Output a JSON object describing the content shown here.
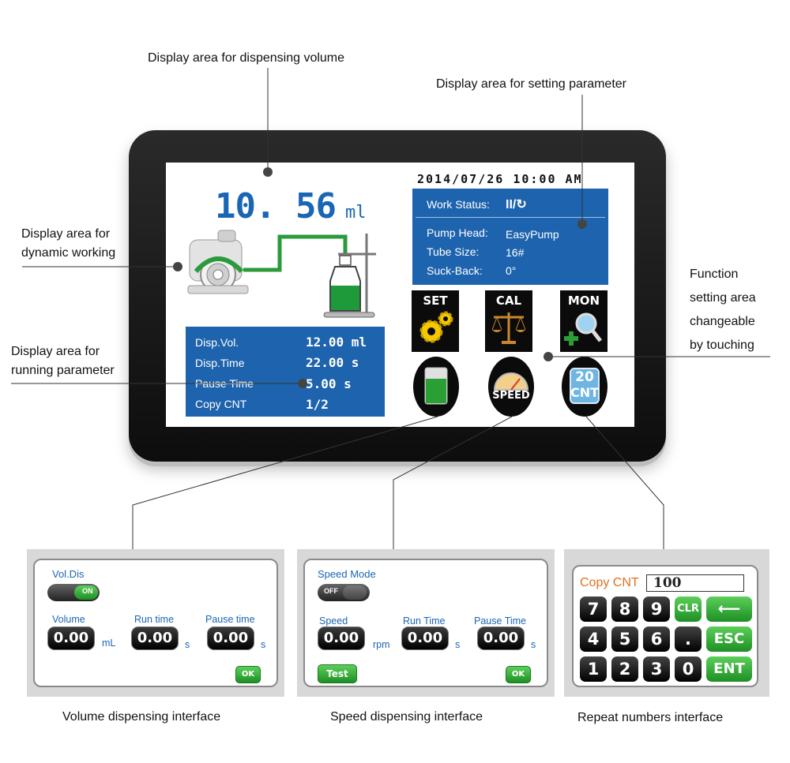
{
  "callouts": {
    "dispensing_volume": "Display area for dispensing volume",
    "setting_parameter": "Display area for setting parameter",
    "dynamic_l1": "Display area for",
    "dynamic_l2": "dynamic working",
    "running_l1": "Display area for",
    "running_l2": "running parameter",
    "function_l1": "Function",
    "function_l2": "setting area",
    "function_l3": "changeable",
    "function_l4": "by touching"
  },
  "screen": {
    "volume_value": "10. 56",
    "volume_unit": "ml",
    "datetime": "2014/07/26 10:00 AM",
    "work_status_label": "Work Status:",
    "work_status_value": "II/",
    "pump_head_label": "Pump Head:",
    "pump_head_value": "EasyPump",
    "tube_size_label": "Tube Size:",
    "tube_size_value": "16#",
    "suck_back_label": "Suck-Back:",
    "suck_back_value": "0°",
    "disp_vol_label": "Disp.Vol.",
    "disp_vol_value": "12.00 ml",
    "disp_time_label": "Disp.Time",
    "disp_time_value": "22.00 s",
    "pause_time_label": "Pause Time",
    "pause_time_value": "5.00 s",
    "copy_cnt_label": "Copy CNT",
    "copy_cnt_value": "1/2",
    "buttons": {
      "set": "SET",
      "cal": "CAL",
      "mon": "MON",
      "speed": "SPEED",
      "cnt_top": "20",
      "cnt_bottom": "CNT"
    }
  },
  "volume_panel": {
    "title": "Vol.Dis",
    "toggle": "ON",
    "volume_label": "Volume",
    "volume_value": "0.00",
    "volume_unit": "mL",
    "run_label": "Run time",
    "run_value": "0.00",
    "run_unit": "s",
    "pause_label": "Pause time",
    "pause_value": "0.00",
    "pause_unit": "s",
    "ok": "OK",
    "caption": "Volume dispensing interface"
  },
  "speed_panel": {
    "title": "Speed Mode",
    "toggle": "OFF",
    "speed_label": "Speed",
    "speed_value": "0.00",
    "speed_unit": "rpm",
    "run_label": "Run Time",
    "run_value": "0.00",
    "run_unit": "s",
    "pause_label": "Pause Time",
    "pause_value": "0.00",
    "pause_unit": "s",
    "test": "Test",
    "ok": "OK",
    "caption": "Speed dispensing interface"
  },
  "repeat_panel": {
    "label": "Copy CNT",
    "value": "100",
    "keys": [
      "7",
      "8",
      "9",
      "4",
      "5",
      "6",
      ".",
      "1",
      "2",
      "3",
      "0"
    ],
    "clr": "CLR",
    "esc": "ESC",
    "ent": "ENT",
    "caption": "Repeat numbers interface"
  },
  "colors": {
    "accent_blue": "#1e63ad",
    "green": "#2aa034",
    "orange": "#e07020"
  }
}
